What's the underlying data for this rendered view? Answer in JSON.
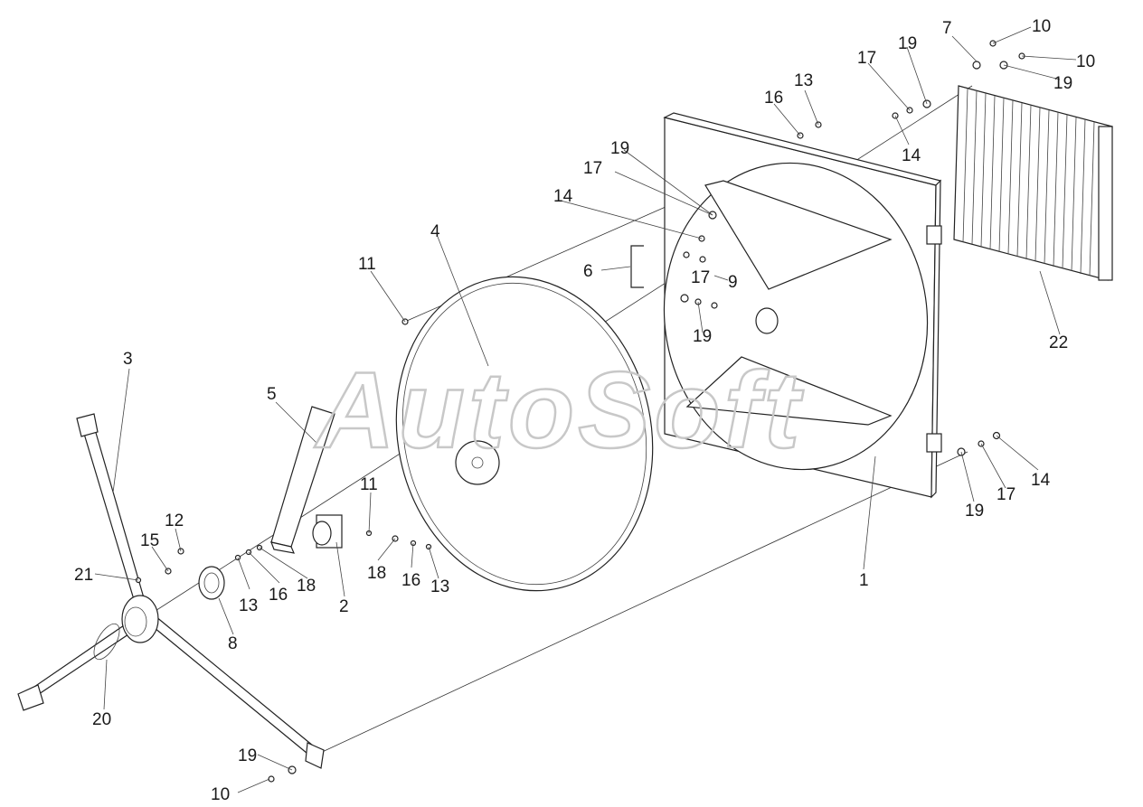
{
  "watermark": "AutoSoft",
  "callouts": {
    "c1": "1",
    "c2": "2",
    "c3": "3",
    "c4": "4",
    "c5": "5",
    "c6": "6",
    "c7": "7",
    "c8": "8",
    "c9": "9",
    "c10a": "10",
    "c10b": "10",
    "c10c": "10",
    "c11a": "11",
    "c11b": "11",
    "c12": "12",
    "c13a": "13",
    "c13b": "13",
    "c13c": "13",
    "c14a": "14",
    "c14b": "14",
    "c14c": "14",
    "c15": "15",
    "c16a": "16",
    "c16b": "16",
    "c16c": "16",
    "c17a": "17",
    "c17b": "17",
    "c17c": "17",
    "c17d": "17",
    "c18a": "18",
    "c18b": "18",
    "c19a": "19",
    "c19b": "19",
    "c19c": "19",
    "c19d": "19",
    "c19e": "19",
    "c19f": "19",
    "c20": "20",
    "c21": "21",
    "c22": "22"
  }
}
